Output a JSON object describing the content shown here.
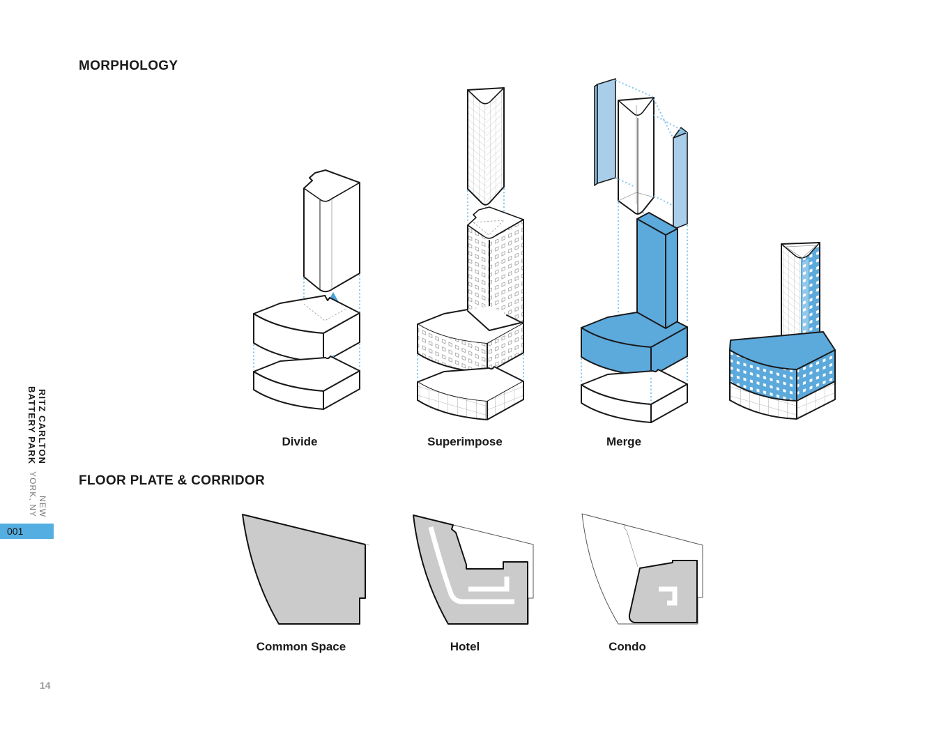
{
  "sidebar": {
    "project_title": "RITZ CARLTON BATTERY PARK",
    "project_location": "NEW YORK, NY",
    "tag": "001"
  },
  "morphology": {
    "title": "MORPHOLOGY",
    "labels": {
      "divide": "Divide",
      "superimpose": "Superimpose",
      "merge": "Merge"
    }
  },
  "floor_plate": {
    "title": "FLOOR PLATE & CORRIDOR",
    "labels": {
      "common_space": "Common Space",
      "hotel": "Hotel",
      "condo": "Condo"
    }
  },
  "page_number": "14",
  "colors": {
    "ink": "#1a1a1a",
    "accent-blue": "#5CA9DC",
    "glass-blue": "#A9CEEA",
    "glass-blue-dark": "#8FC0E2",
    "guide-blue": "#8CC9EC",
    "arrow-blue": "#4AA3DA",
    "plan-gray": "#CBCBCB",
    "tag-blue": "#55AEE1",
    "muted": "#999999"
  }
}
